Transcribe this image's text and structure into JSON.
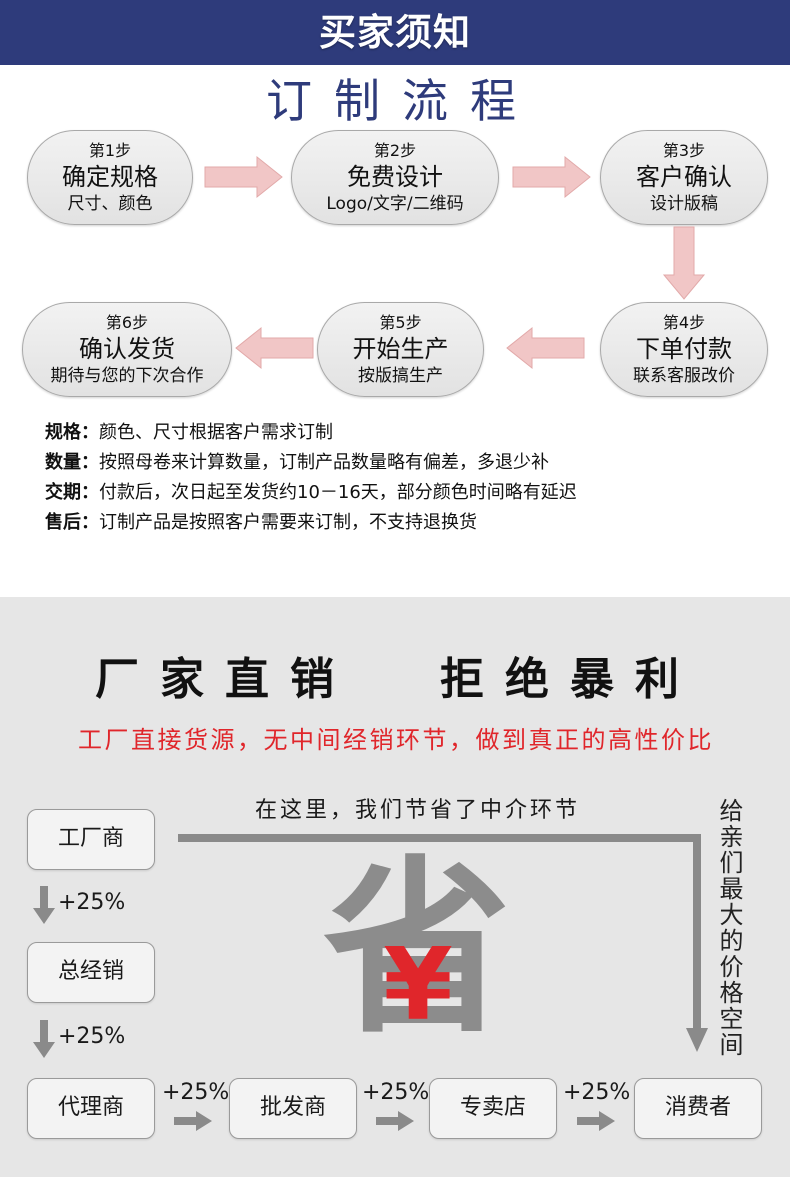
{
  "header": {
    "title": "买家须知"
  },
  "process": {
    "title": "订制流程",
    "steps": [
      {
        "step": "第1步",
        "title": "确定规格",
        "desc": "尺寸、颜色"
      },
      {
        "step": "第2步",
        "title": "免费设计",
        "desc": "Logo/文字/二维码"
      },
      {
        "step": "第3步",
        "title": "客户确认",
        "desc": "设计版稿"
      },
      {
        "step": "第4步",
        "title": "下单付款",
        "desc": "联系客服改价"
      },
      {
        "step": "第5步",
        "title": "开始生产",
        "desc": "按版搞生产"
      },
      {
        "step": "第6步",
        "title": "确认发货",
        "desc": "期待与您的下次合作"
      }
    ]
  },
  "notes": [
    {
      "label": "规格：",
      "text": "颜色、尺寸根据客户需求订制"
    },
    {
      "label": "数量：",
      "text": "按照母卷来计算数量，订制产品数量略有偏差，多退少补"
    },
    {
      "label": "交期：",
      "text": "付款后，次日起至发货约10－16天，部分颜色时间略有延迟"
    },
    {
      "label": "售后：",
      "text": "订制产品是按照客户需要来订制，不支持退换货"
    }
  ],
  "promo": {
    "title_left": "厂家直销",
    "title_right": "拒绝暴利",
    "subtitle": "工厂直接货源，无中间经销环节，做到真正的高性价比"
  },
  "chain": {
    "saving_note": "在这里，我们节省了中介环节",
    "side_note": "给亲们最大的价格空间",
    "save_char": "省",
    "currency": "¥",
    "nodes": [
      "工厂商",
      "总经销",
      "代理商",
      "批发商",
      "专卖店",
      "消费者"
    ],
    "markups": [
      "+25%",
      "+25%",
      "+25%",
      "+25%",
      "+25%"
    ]
  },
  "colors": {
    "header_bg": "#2e3b7b",
    "title_navy": "#2e3b7b",
    "arrow_pink": "#f1c6c6",
    "accent_red": "#e0262b",
    "connector_gray": "#8a8a8a",
    "section_gray": "#e6e6e6"
  }
}
